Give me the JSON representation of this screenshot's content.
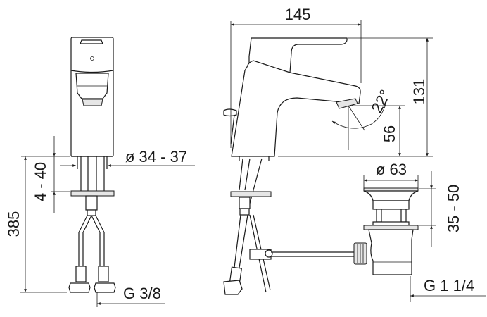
{
  "title": "Basin mixer technical drawing",
  "dimensions": {
    "total_hose_length": "385",
    "deck_thickness": "4 - 40",
    "hole_diameter": "ø 34 - 37",
    "hose_thread": "G 3/8",
    "spout_reach": "145",
    "height": "131",
    "spout_clearance": "56",
    "spout_angle": "22°",
    "waste_diameter": "ø 63",
    "waste_range": "35 - 50",
    "waste_thread": "G 1 1/4"
  },
  "colors": {
    "line": "#1a1a1a",
    "background": "#ffffff"
  }
}
